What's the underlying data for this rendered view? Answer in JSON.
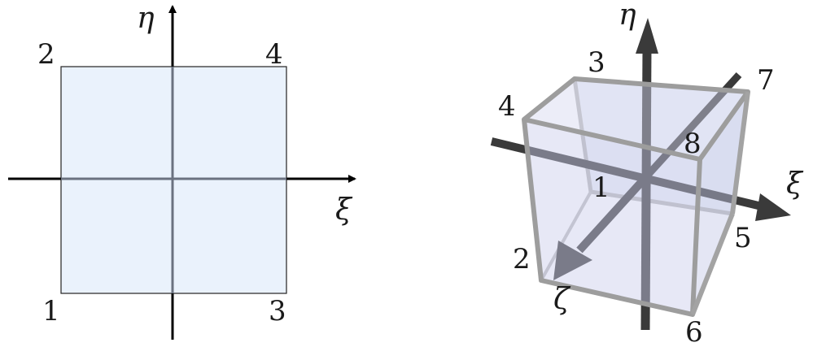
{
  "left_diagram": {
    "axes": {
      "horizontal": "ξ",
      "vertical": "η"
    },
    "nodes": [
      "1",
      "2",
      "3",
      "4"
    ],
    "fill_color": "#eaf2fc",
    "inner_line_color": "#6b7280"
  },
  "right_diagram": {
    "axes": {
      "x": "ξ",
      "y": "η",
      "z": "ζ"
    },
    "nodes": [
      "1",
      "2",
      "3",
      "4",
      "5",
      "6",
      "7",
      "8"
    ],
    "cube_fill_color": "#cfd3ee",
    "frame_color": "#a8a8a8",
    "arrow_color": "#3a3a3a"
  }
}
